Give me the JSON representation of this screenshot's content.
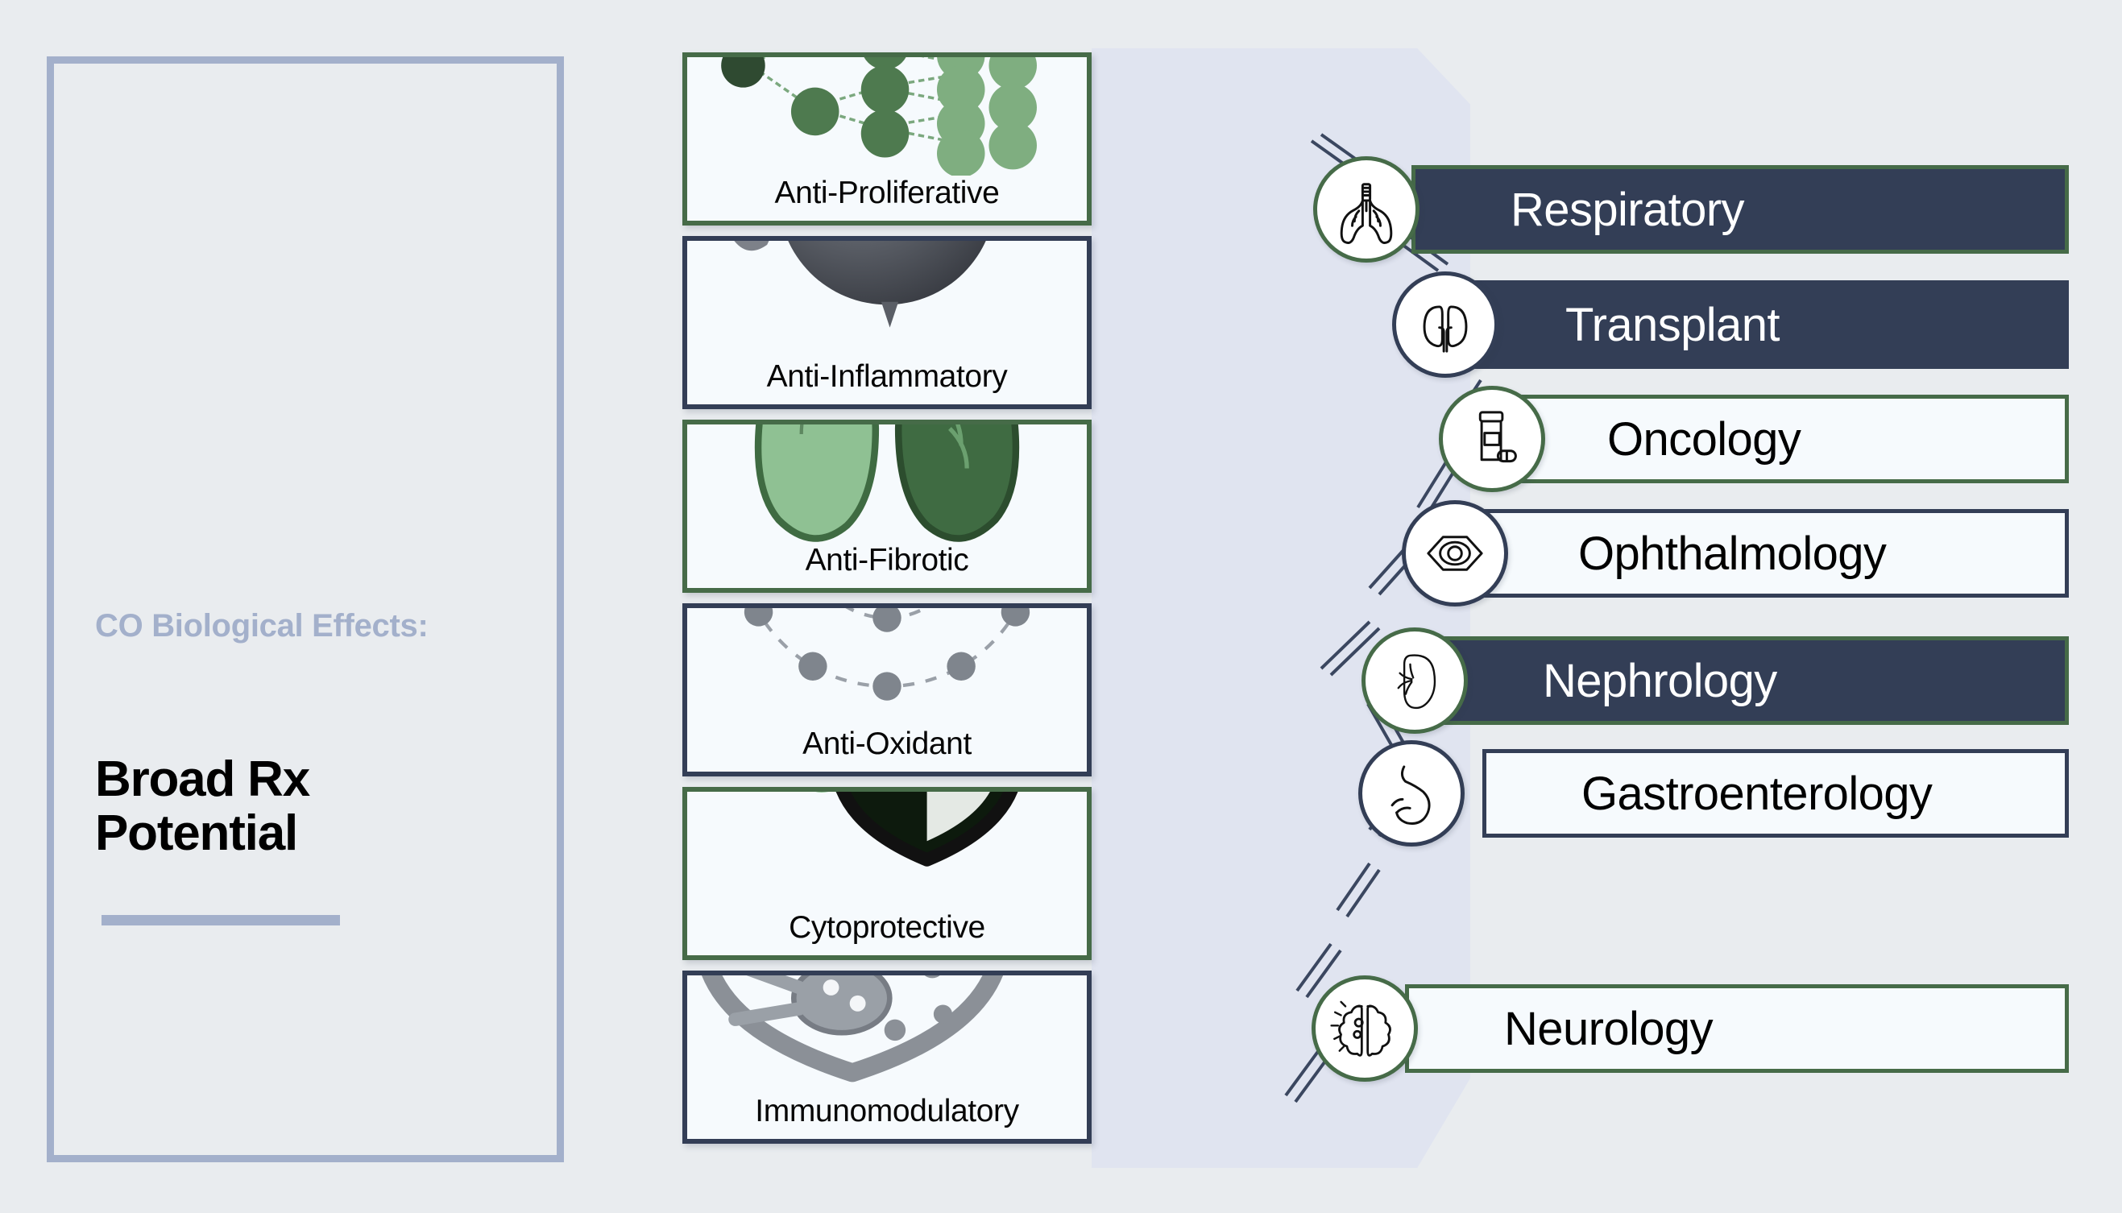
{
  "colors": {
    "background": "#e9ecef",
    "polygon": "#e0e4f0",
    "panel_border": "#a3b0cb",
    "kicker_text": "#a3b0cb",
    "green": "#466b48",
    "navy": "#333e56",
    "card_fill": "#f6fafd",
    "headline_text": "#000000"
  },
  "left_panel": {
    "kicker": "CO Biological Effects:",
    "headline_line1": "Broad Rx",
    "headline_line2": "Potential"
  },
  "effects": {
    "items": [
      {
        "label": "Anti-Proliferative",
        "icon": "cell-division-tree-icon",
        "border": "green"
      },
      {
        "label": "Anti-Inflammatory",
        "icon": "macrophage-cell-icon",
        "border": "navy"
      },
      {
        "label": "Anti-Fibrotic",
        "icon": "lungs-icon",
        "border": "green"
      },
      {
        "label": "Anti-Oxidant",
        "icon": "atom-icon",
        "border": "navy"
      },
      {
        "label": "Cytoprotective",
        "icon": "cell-shield-icon",
        "border": "green"
      },
      {
        "label": "Immunomodulatory",
        "icon": "immune-shield-icon",
        "border": "navy"
      }
    ]
  },
  "therapeutic_areas": {
    "items": [
      {
        "label": "Respiratory",
        "icon": "lungs-icon",
        "fill": "dark",
        "border": "green"
      },
      {
        "label": "Transplant",
        "icon": "kidneys-icon",
        "fill": "dark",
        "border": "navy"
      },
      {
        "label": "Oncology",
        "icon": "pill-jar-icon",
        "fill": "light",
        "border": "green"
      },
      {
        "label": "Ophthalmology",
        "icon": "eye-icon",
        "fill": "light",
        "border": "navy"
      },
      {
        "label": "Nephrology",
        "icon": "kidney-icon",
        "fill": "dark",
        "border": "green"
      },
      {
        "label": "Gastroenterology",
        "icon": "stomach-icon",
        "fill": "light",
        "border": "navy"
      },
      {
        "label": "Neurology",
        "icon": "brain-icon",
        "fill": "light",
        "border": "green"
      }
    ]
  }
}
